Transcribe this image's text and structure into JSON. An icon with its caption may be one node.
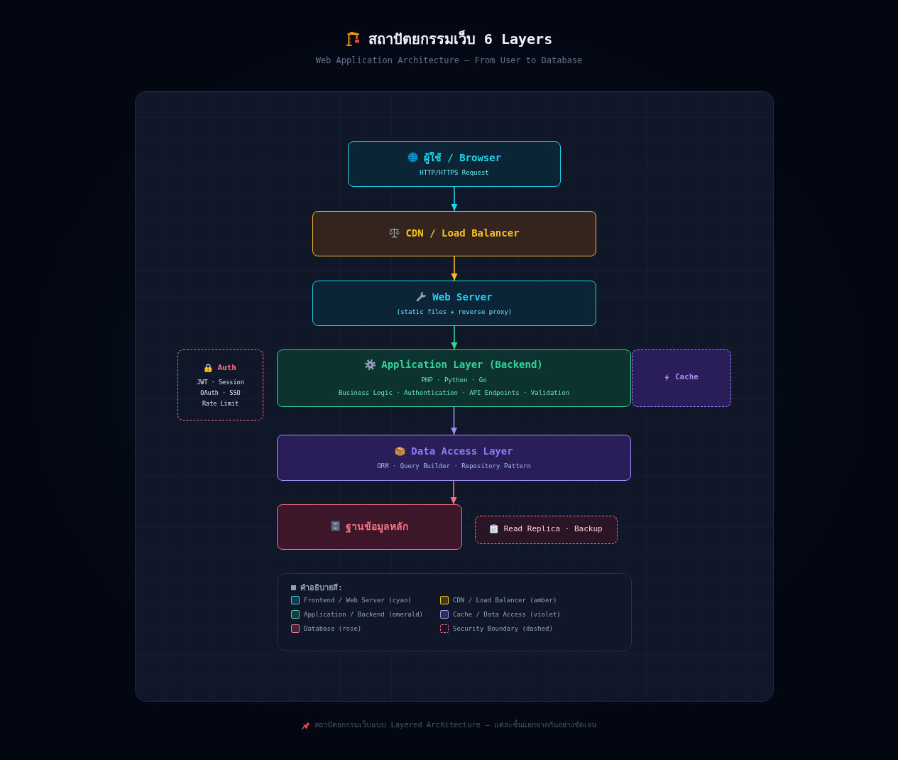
{
  "diagram": {
    "title": "สถาปัตยกรรมเว็บ 6 Layers",
    "caption": "สถาปัตยกรรมเว็บแบบ Layered Architecture — แต่ละชั้นแยกจากกันอย่างชัดเจน",
    "nodes": [
      {
        "text": [
          "ผู้ใช้ / Browser",
          "HTTP/HTTPS Request"
        ]
      },
      {
        "text": [
          "CDN / Load Balancer"
        ]
      },
      {
        "text": [
          "Web Server",
          "(static files + reverse proxy)"
        ]
      },
      {
        "text": [
          "Auth",
          "JWT · Session",
          "OAuth · SSO",
          "Rate Limit"
        ]
      },
      {
        "text": [
          "Application Layer (Backend)",
          "PHP · Python · Go",
          "Business Logic · Authentication · API Endpoints · Validation"
        ]
      },
      {
        "text": [
          "Cache"
        ]
      },
      {
        "text": [
          "Data Access Layer",
          "ORM · Query Builder · Repository Pattern"
        ]
      },
      {
        "text": [
          "ฐานข้อมูลหลัก"
        ]
      },
      {
        "text": [
          "Read Replica · Backup"
        ]
      }
    ],
    "edges": [
      {
        "from": 0,
        "to": 1,
        "arrow": "to",
        "color": "#22d3ee"
      },
      {
        "from": 1,
        "to": 2,
        "arrow": "to",
        "color": "#fbbf24"
      },
      {
        "from": 2,
        "to": 4,
        "arrow": "to",
        "color": "#34d399"
      },
      {
        "from": 4,
        "to": 6,
        "arrow": "to",
        "color": "#a78bfa"
      },
      {
        "from": 6,
        "to": 7,
        "arrow": "to",
        "color": "#fb7185"
      }
    ],
    "labels": [
      "Web Application Architecture — From User to Database",
      "คำอธิบายสี:"
    ],
    "legend": [
      {
        "text": "Frontend / Web Server (cyan)",
        "color": "#22d3ee"
      },
      {
        "text": "CDN / Load Balancer (amber)",
        "color": "#fbbf24"
      },
      {
        "text": "Application / Backend (emerald)",
        "color": "#34d399"
      },
      {
        "text": "Cache / Data Access (violet)",
        "color": "#a78bfa"
      },
      {
        "text": "Database (rose)",
        "color": "#fb7185"
      },
      {
        "text": "Security Boundary (dashed)"
      }
    ]
  }
}
